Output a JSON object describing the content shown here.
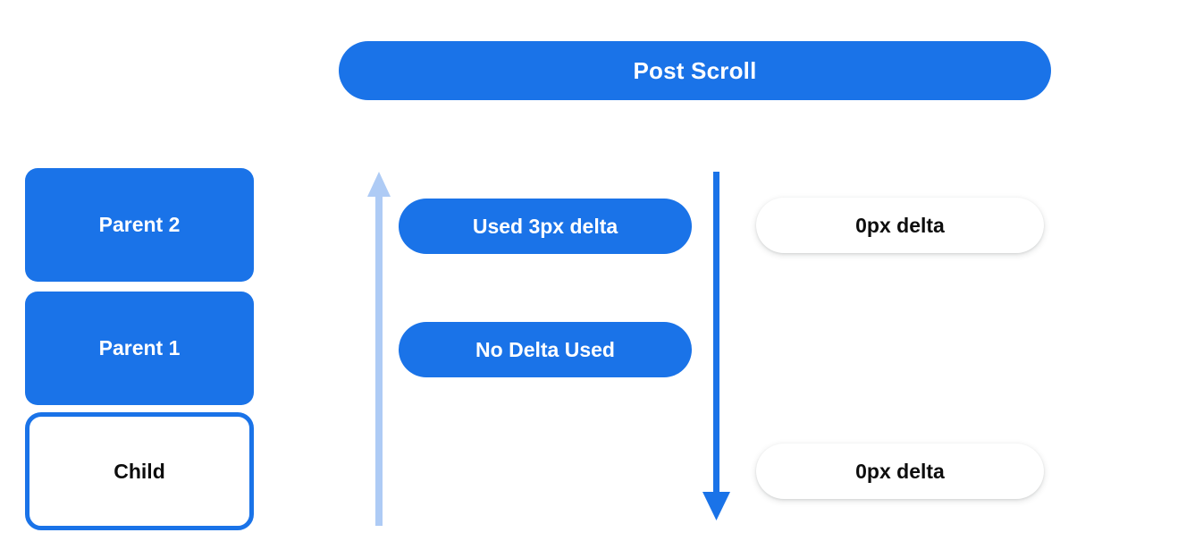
{
  "header": {
    "title": "Post Scroll"
  },
  "left_stack": {
    "name": "scroll-node-stack",
    "items": [
      {
        "label": "Parent 2",
        "style": "filled"
      },
      {
        "label": "Parent 1",
        "style": "filled"
      },
      {
        "label": "Child",
        "style": "outlined"
      }
    ]
  },
  "arrows": {
    "left": {
      "name": "upward-scroll-arrow",
      "direction": "up",
      "color": "#aecbf5"
    },
    "right": {
      "name": "downward-scroll-arrow",
      "direction": "down",
      "color": "#1a73e8"
    }
  },
  "middle_column": {
    "pills": [
      {
        "label": "Used 3px delta",
        "style": "blue"
      },
      {
        "label": "No Delta Used",
        "style": "blue"
      }
    ]
  },
  "right_column": {
    "pills": [
      {
        "label": "0px delta",
        "style": "white"
      },
      {
        "label": "0px delta",
        "style": "white"
      }
    ]
  },
  "colors": {
    "brand_blue": "#1a73e8",
    "light_blue": "#aecbf5",
    "text_dark": "#0d0d0d",
    "text_light": "#ffffff",
    "background": "#ffffff"
  }
}
